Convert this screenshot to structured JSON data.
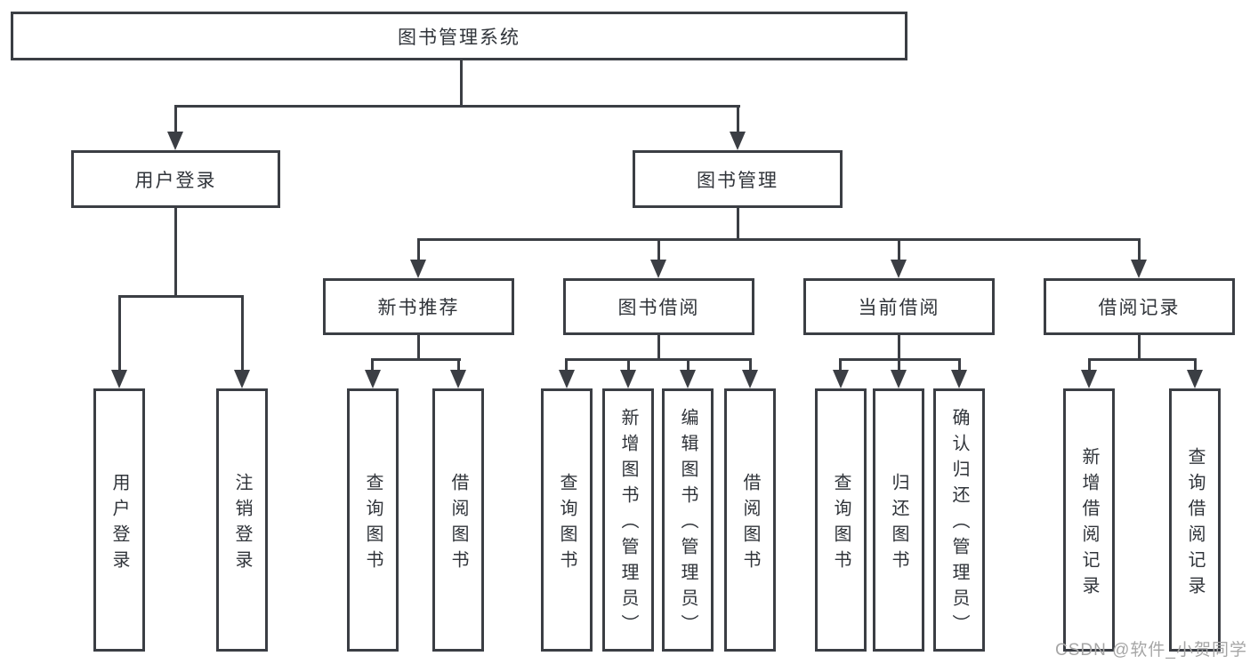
{
  "diagram": {
    "title": "图书管理系统",
    "root": {
      "label": "图书管理系统"
    },
    "login": {
      "label": "用户登录",
      "children": [
        {
          "label": "用户登录"
        },
        {
          "label": "注销登录"
        }
      ]
    },
    "management": {
      "label": "图书管理",
      "sections": [
        {
          "label": "新书推荐",
          "children": [
            {
              "label": "查询图书"
            },
            {
              "label": "借阅图书"
            }
          ]
        },
        {
          "label": "图书借阅",
          "children": [
            {
              "label": "查询图书"
            },
            {
              "label": "新增图书（管理员）"
            },
            {
              "label": "编辑图书（管理员）"
            },
            {
              "label": "借阅图书"
            }
          ]
        },
        {
          "label": "当前借阅",
          "children": [
            {
              "label": "查询图书"
            },
            {
              "label": "归还图书"
            },
            {
              "label": "确认归还（管理员）"
            }
          ]
        },
        {
          "label": "借阅记录",
          "children": [
            {
              "label": "新增借阅记录"
            },
            {
              "label": "查询借阅记录"
            }
          ]
        }
      ]
    },
    "colors": {
      "line": "#3b3e44",
      "text": "#30343a",
      "watermark": "#a6a6a6",
      "background": "#ffffff"
    },
    "watermark": "CSDN @软件_小贺同学"
  }
}
